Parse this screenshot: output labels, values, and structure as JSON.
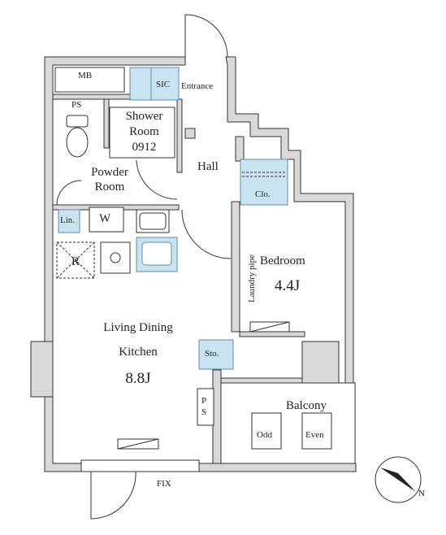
{
  "rooms": {
    "mb": "MB",
    "ps_top": "PS",
    "sic": "SIC",
    "entrance": "Entrance",
    "shower_room": [
      "Shower",
      "Room",
      "0912"
    ],
    "hall": "Hall",
    "powder_room": [
      "Powder",
      "Room"
    ],
    "lin": "Lin.",
    "washer": "W",
    "fridge": "R",
    "clo": "Clo.",
    "laundry_pipe": "Laundry pipe",
    "bedroom": "Bedroom",
    "bedroom_size": "4.4J",
    "ldk": [
      "Living Dining",
      "Kitchen"
    ],
    "ldk_size": "8.8J",
    "sto": "Sto.",
    "ps_mid": [
      "P",
      "S"
    ],
    "balcony": "Balcony",
    "odd": "Odd",
    "even": "Even",
    "fix": "FIX",
    "compass_letter": "N"
  },
  "colors": {
    "wall": "#d9d9d9",
    "line": "#333333",
    "fixture_blue": "#c9e3f1",
    "fixture_blue_stroke": "#5b8fb0"
  }
}
